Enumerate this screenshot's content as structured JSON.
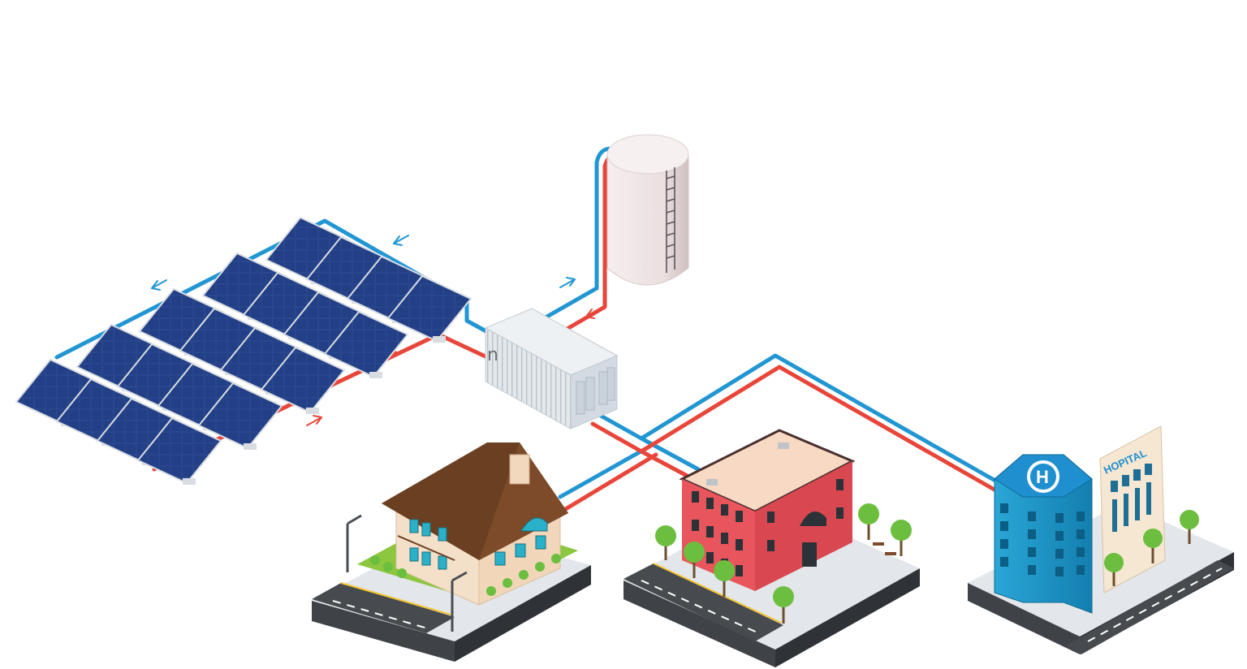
{
  "container": {
    "label": "n"
  },
  "hospital": {
    "sign_text": "HOPITAL",
    "helipad_letter": "H"
  },
  "flows": {
    "supply_color": "#e8463a",
    "return_color": "#2196d3"
  },
  "colors": {
    "panel": "#1f3a7a",
    "panel_cell": "#243f85",
    "panel_frame": "#d9dde2",
    "tank": "#efe6e6",
    "container": "#dfe5ea",
    "roof_house": "#6b3f22",
    "house_wall": "#f4dfc8",
    "school_wall": "#e8555c",
    "school_roof": "#f8d9c4",
    "hospital_glass": "#1e9ac8",
    "hospital_wall": "#f6e7d3",
    "road": "#474b50",
    "road_line": "#f3c431",
    "grass": "#8dc63f",
    "tree": "#6cbf3e"
  },
  "icons": [
    "solar-panel-array-icon",
    "storage-tank-icon",
    "container-icon",
    "house-icon",
    "school-building-icon",
    "hospital-icon",
    "street-lamp-icon",
    "tree-icon",
    "bench-icon"
  ]
}
